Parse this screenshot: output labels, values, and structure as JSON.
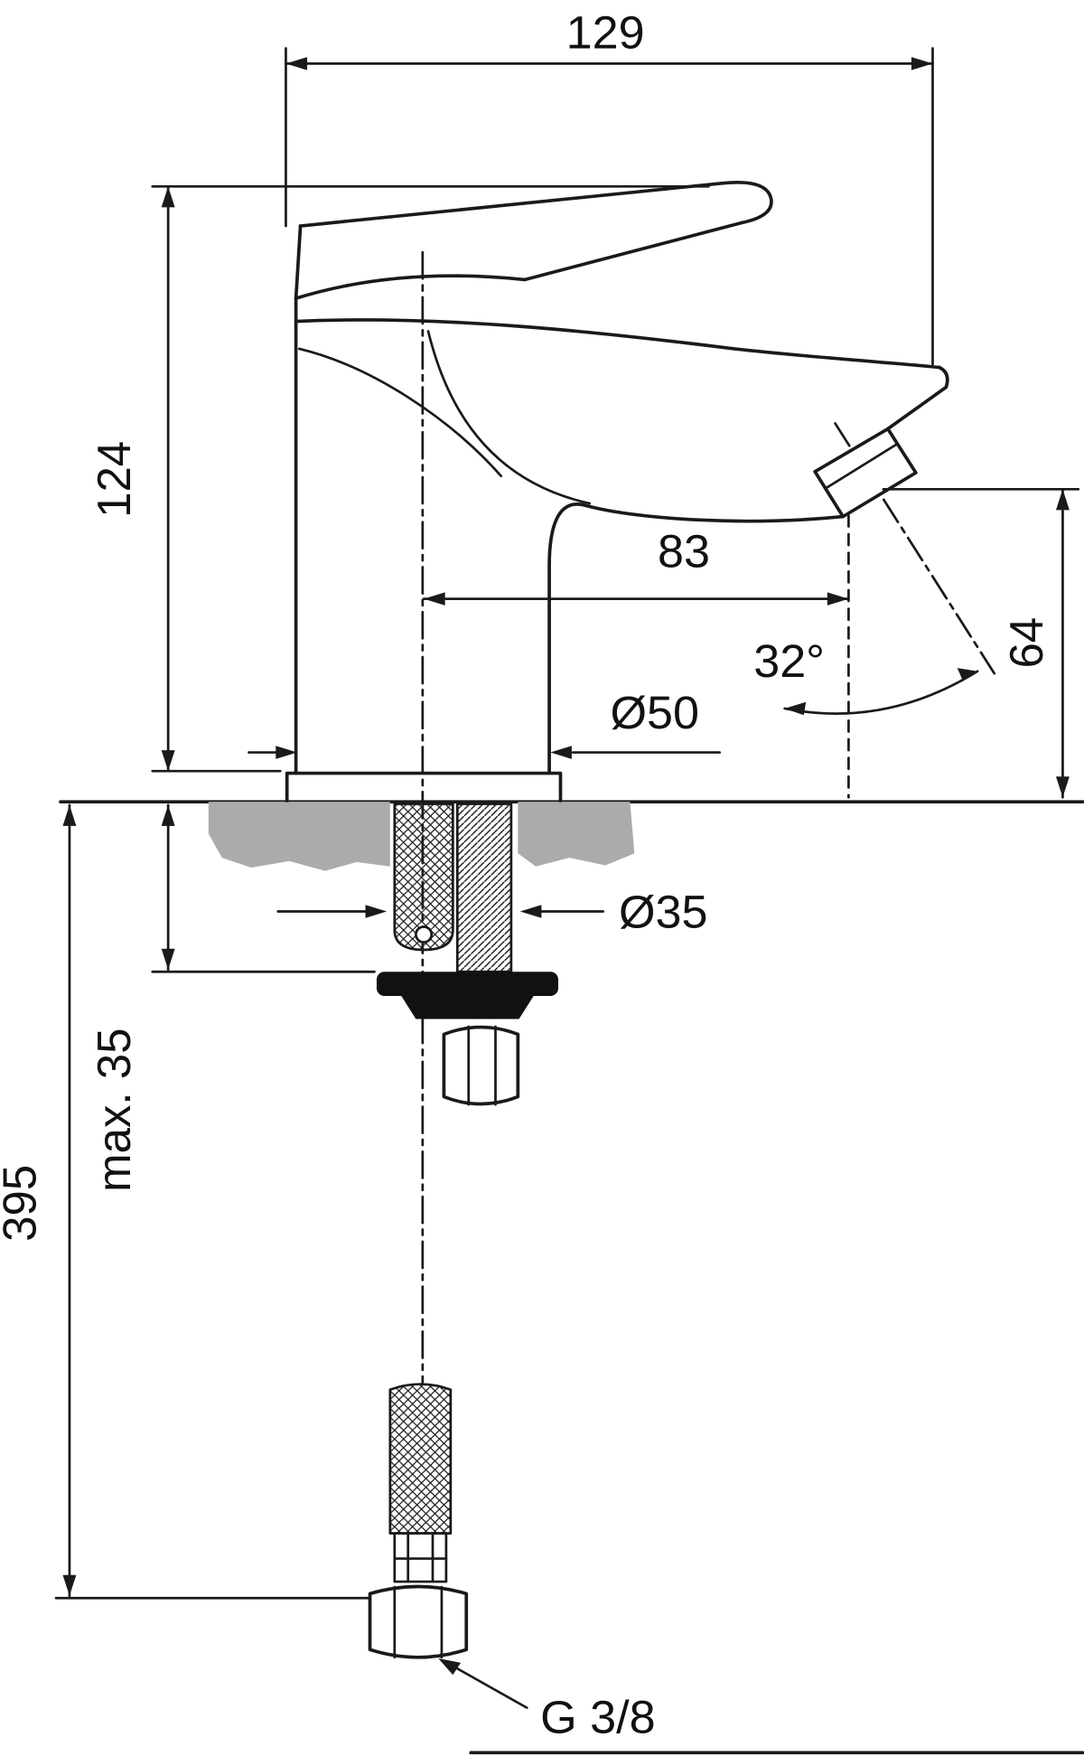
{
  "drawing": {
    "colors": {
      "line": "#1a1a1a",
      "countertop_fill": "#ababab",
      "background": "#ffffff"
    },
    "dims": {
      "overall_length": "129",
      "body_height": "124",
      "spout_reach": "83",
      "spray_angle": "32°",
      "base_diameter": "Ø50",
      "outlet_height": "64",
      "shank_diameter": "Ø35",
      "max_deck_thickness": "max. 35",
      "hose_length": "395",
      "thread_size": "G 3/8"
    }
  }
}
